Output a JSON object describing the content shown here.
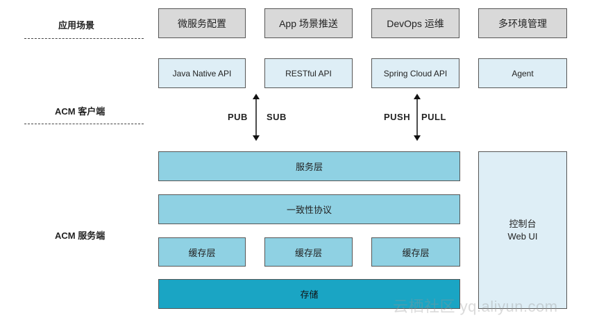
{
  "row_labels": {
    "app_scenarios": "应用场景",
    "acm_client": "ACM 客户端",
    "acm_server": "ACM 服务端"
  },
  "scenarios": [
    "微服务配置",
    "App 场景推送",
    "DevOps  运维",
    "多环境管理"
  ],
  "clients": [
    "Java Native API",
    "RESTful API",
    "Spring Cloud API",
    "Agent"
  ],
  "arrows": {
    "left_up": "PUB",
    "left_down": "SUB",
    "right_up": "PUSH",
    "right_down": "PULL"
  },
  "server": {
    "service_layer": "服务层",
    "consistency_protocol": "一致性协议",
    "cache_layers": [
      "缓存层",
      "缓存层",
      "缓存层"
    ],
    "storage": "存储",
    "console_line1": "控制台",
    "console_line2": "Web UI"
  },
  "watermark": "云栖社区 yq.aliyun.com"
}
